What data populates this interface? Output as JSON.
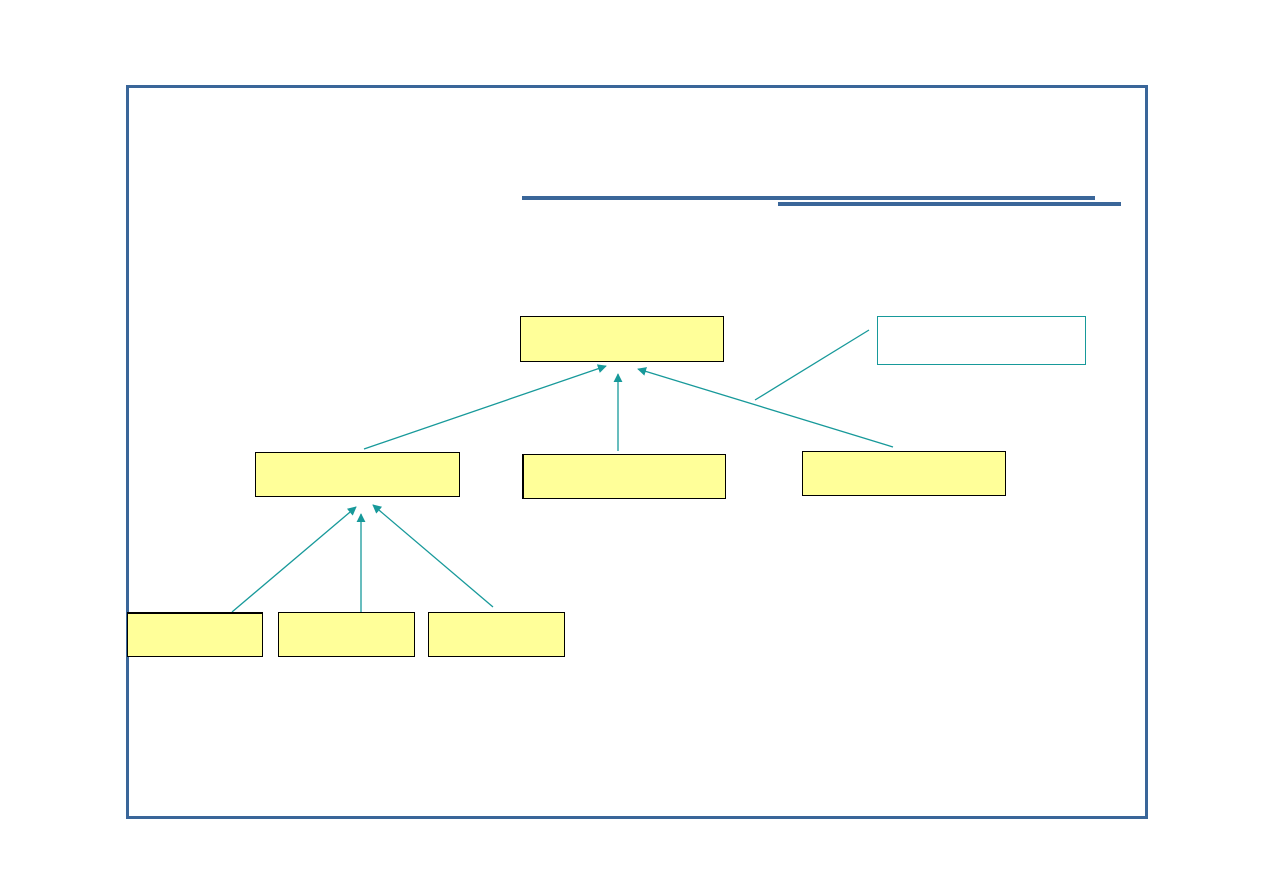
{
  "diagram": {
    "colors": {
      "frame": "#3a6699",
      "node_fill": "#ffff99",
      "node_border": "#000000",
      "edge": "#17999a"
    },
    "nodes": {
      "root": "",
      "left": "",
      "middle": "",
      "right": "",
      "leaf_1": "",
      "leaf_2": "",
      "leaf_3": ""
    },
    "callout": "",
    "edges": [
      {
        "from": "left",
        "to": "root"
      },
      {
        "from": "middle",
        "to": "root"
      },
      {
        "from": "right",
        "to": "root"
      },
      {
        "from": "leaf_1",
        "to": "left"
      },
      {
        "from": "leaf_2",
        "to": "left"
      },
      {
        "from": "leaf_3",
        "to": "left"
      },
      {
        "from": "callout",
        "to": "edge-right-to-root"
      }
    ]
  }
}
